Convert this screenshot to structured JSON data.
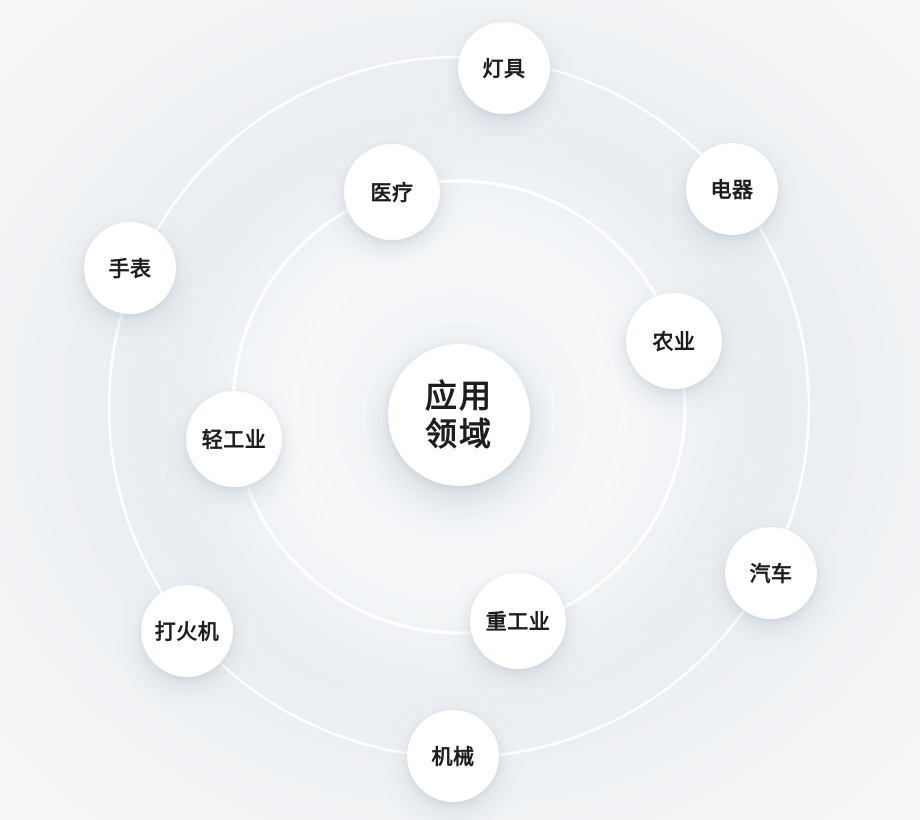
{
  "center": {
    "line1": "应用",
    "line2": "领域"
  },
  "inner_ring": [
    "医疗",
    "农业",
    "轻工业",
    "重工业"
  ],
  "outer_ring": [
    "灯具",
    "电器",
    "手表",
    "汽车",
    "打火机",
    "机械"
  ],
  "colors": {
    "ring": "#ffffff",
    "node_fill": "#ffffff",
    "text": "#1b1d21",
    "background": "#eef1f4"
  }
}
